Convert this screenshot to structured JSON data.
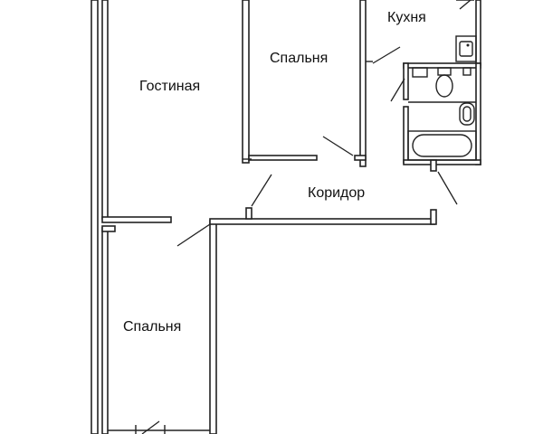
{
  "rooms": {
    "kitchen": "Кухня",
    "bedroom_top": "Спальня",
    "living": "Гостиная",
    "corridor": "Коридор",
    "bedroom_bottom": "Спальня"
  },
  "colors": {
    "wall": "#222222",
    "background": "#ffffff"
  },
  "icons": [
    "sink-icon",
    "toilet-icon",
    "washbasin-icon",
    "bathtub-icon"
  ]
}
